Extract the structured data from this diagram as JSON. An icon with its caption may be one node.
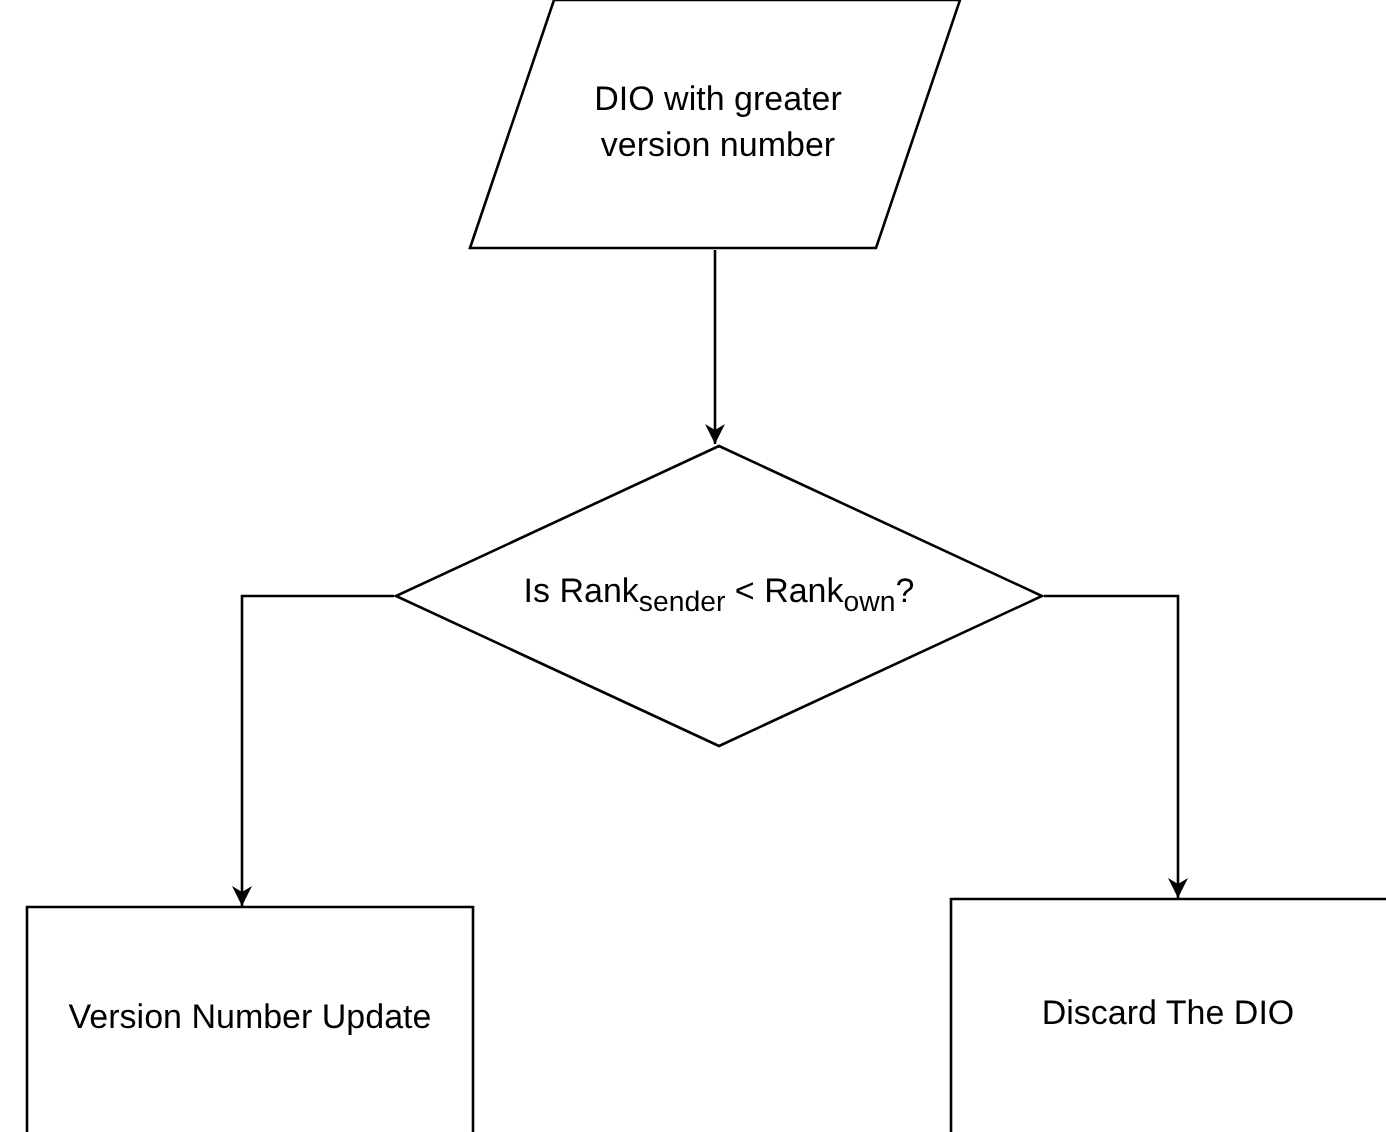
{
  "diagram": {
    "nodes": [
      {
        "text": [
          "DIO with greater version number"
        ]
      },
      {
        "text": [
          "Is Rank$_{sender}$ < Rank$_{own}$?"
        ]
      },
      {
        "text": [
          "Version Number Update"
        ]
      },
      {
        "text": [
          "Discard The DIO"
        ]
      }
    ],
    "edges": [
      {
        "from": 0,
        "to": 1,
        "arrow": "to"
      },
      {
        "from": 1,
        "to": 2,
        "arrow": "to"
      },
      {
        "from": 1,
        "to": 3,
        "arrow": "to"
      }
    ]
  }
}
